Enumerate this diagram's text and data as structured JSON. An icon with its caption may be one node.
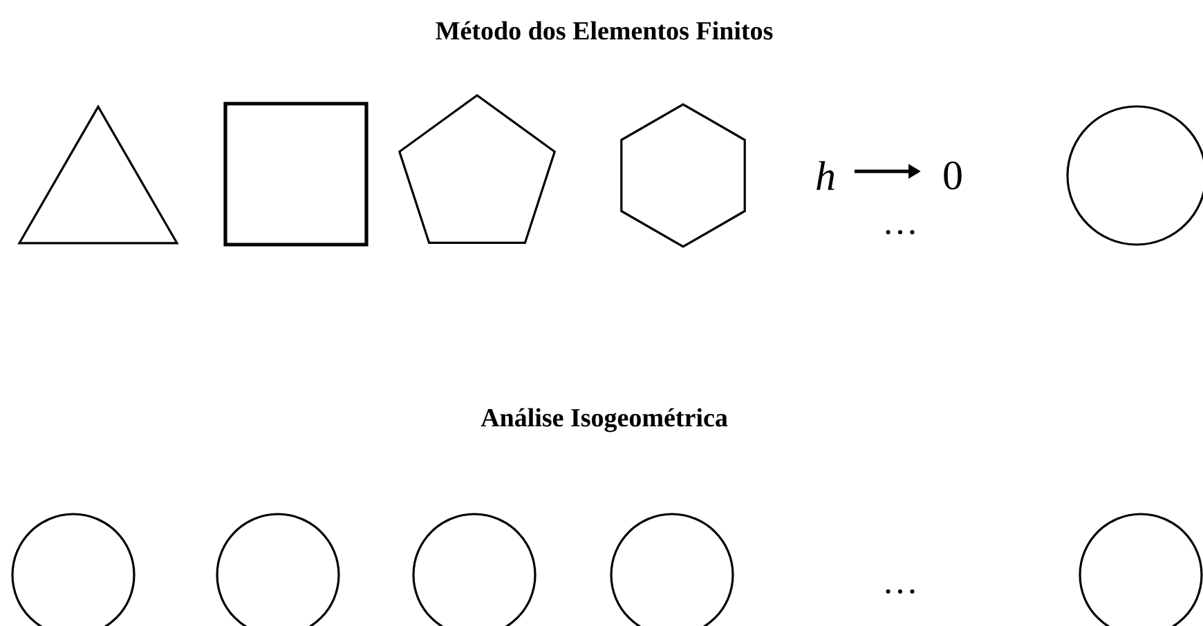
{
  "diagram": {
    "nodes": [
      {
        "text": [],
        "shape": "triangle"
      },
      {
        "text": [],
        "shape": "square"
      },
      {
        "text": [],
        "shape": "pentagon"
      },
      {
        "text": [],
        "shape": "hexagon"
      },
      {
        "text": [],
        "shape": "circle"
      },
      {
        "text": [],
        "shape": "circle"
      },
      {
        "text": [],
        "shape": "circle"
      },
      {
        "text": [],
        "shape": "circle"
      },
      {
        "text": [],
        "shape": "circle"
      },
      {
        "text": [],
        "shape": "circle"
      }
    ],
    "labels": [
      "Método dos Elementos Finitos",
      "h",
      "0",
      "…",
      "Análise Isogeométrica",
      "…"
    ]
  }
}
